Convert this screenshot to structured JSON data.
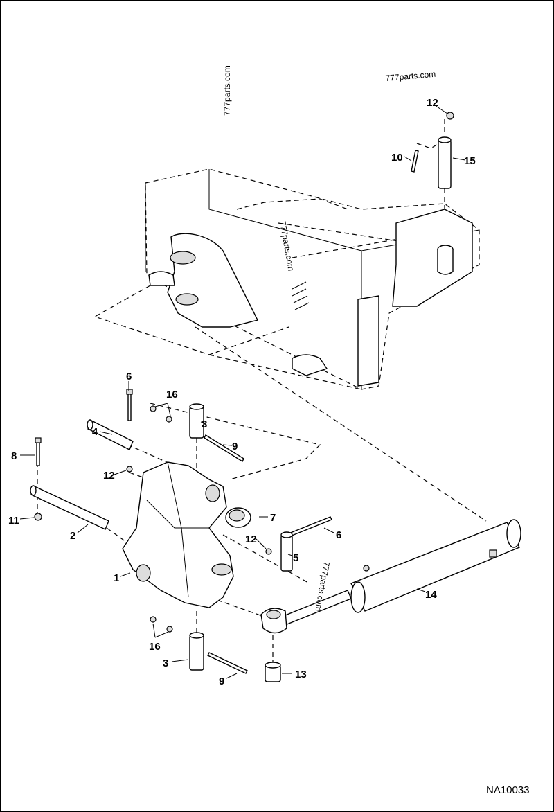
{
  "diagram": {
    "figure_id": "NA10033",
    "watermark": "777parts.com",
    "callouts": [
      {
        "id": "c12a",
        "text": "12"
      },
      {
        "id": "c15",
        "text": "15"
      },
      {
        "id": "c10",
        "text": "10"
      },
      {
        "id": "c6a",
        "text": "6"
      },
      {
        "id": "c16a",
        "text": "16"
      },
      {
        "id": "c3a",
        "text": "3"
      },
      {
        "id": "c9a",
        "text": "9"
      },
      {
        "id": "c4",
        "text": "4"
      },
      {
        "id": "c8",
        "text": "8"
      },
      {
        "id": "c12b",
        "text": "12"
      },
      {
        "id": "c11",
        "text": "11"
      },
      {
        "id": "c2",
        "text": "2"
      },
      {
        "id": "c7",
        "text": "7"
      },
      {
        "id": "c12c",
        "text": "12"
      },
      {
        "id": "c6b",
        "text": "6"
      },
      {
        "id": "c5",
        "text": "5"
      },
      {
        "id": "c1",
        "text": "1"
      },
      {
        "id": "c14",
        "text": "14"
      },
      {
        "id": "c16b",
        "text": "16"
      },
      {
        "id": "c3b",
        "text": "3"
      },
      {
        "id": "c9b",
        "text": "9"
      },
      {
        "id": "c13",
        "text": "13"
      }
    ]
  }
}
